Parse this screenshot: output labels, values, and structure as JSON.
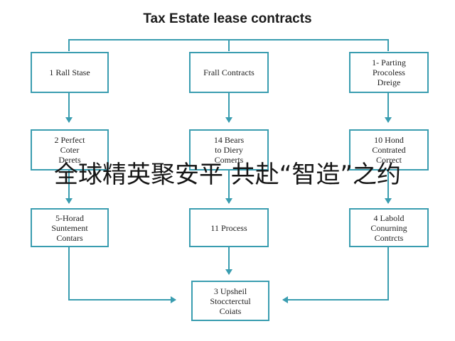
{
  "title": "Tax Estate lease contracts",
  "nodes": {
    "top_left": "1 Rall Stase",
    "top_center": "Frall Contracts",
    "top_right": "1- Parting\nProcoless\nDreige",
    "mid_left": "2 Perfect\nCoter\nDerets",
    "mid_center": "14 Bears\nto Diery\nComerts",
    "mid_right": "10 Hond\nContrated\nCorrect",
    "low_left": "5-Horad\nSuntement\nContars",
    "low_center": "11 Process",
    "low_right": "4 Labold\nConurning\nContrcts",
    "bottom": "3 Upsheil\nStoccterctul\nCoiats"
  },
  "overlay_text": "全球精英聚安平 共赴“智造”之约",
  "colors": {
    "connector": "#3a9db0",
    "box_border": "#3a9db0"
  }
}
